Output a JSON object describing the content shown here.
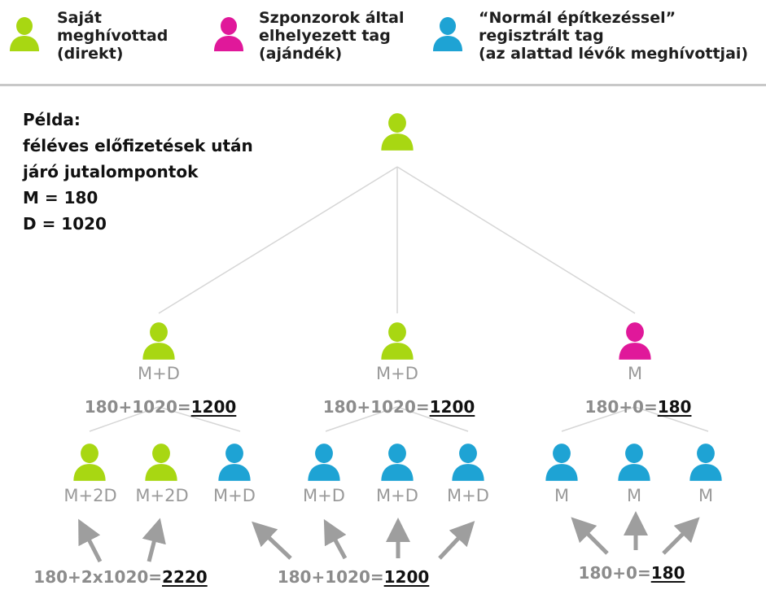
{
  "colors": {
    "direct": "#a8d712",
    "sponsor": "#e0189a",
    "normal": "#1ea3d4",
    "connector": "#d6d6d6",
    "arrow": "#9e9e9e"
  },
  "legend": [
    {
      "icon": "person-icon",
      "color": "direct",
      "lines": [
        "Saját",
        "meghívottad",
        "(direkt)"
      ]
    },
    {
      "icon": "person-icon",
      "color": "sponsor",
      "lines": [
        "Szponzorok által",
        "elhelyezett tag",
        "(ajándék)"
      ]
    },
    {
      "icon": "person-icon",
      "color": "normal",
      "lines": [
        "“Normál építkezéssel”",
        "regisztrált tag",
        "(az alattad lévők meghívottjai)"
      ]
    }
  ],
  "example": [
    "Példa:",
    "féléves előfizetések után",
    "járó jutalompontok",
    "M = 180",
    "D = 1020"
  ],
  "tree": {
    "root": {
      "color": "direct"
    },
    "level1": [
      {
        "color": "direct",
        "label": "M+D",
        "calc": "180+1020=",
        "result": "1200"
      },
      {
        "color": "direct",
        "label": "M+D",
        "calc": "180+1020=",
        "result": "1200"
      },
      {
        "color": "sponsor",
        "label": "M",
        "calc": "180+0=",
        "result": "180"
      }
    ],
    "level2": [
      {
        "color": "direct",
        "label": "M+2D"
      },
      {
        "color": "direct",
        "label": "M+2D"
      },
      {
        "color": "normal",
        "label": "M+D"
      },
      {
        "color": "normal",
        "label": "M+D"
      },
      {
        "color": "normal",
        "label": "M+D"
      },
      {
        "color": "normal",
        "label": "M+D"
      },
      {
        "color": "normal",
        "label": "M"
      },
      {
        "color": "normal",
        "label": "M"
      },
      {
        "color": "normal",
        "label": "M"
      }
    ],
    "bottom": [
      {
        "calc": "180+2x1020=",
        "result": "2220"
      },
      {
        "calc": "180+1020=",
        "result": "1200"
      },
      {
        "calc": "180+0=",
        "result": "180"
      }
    ]
  }
}
